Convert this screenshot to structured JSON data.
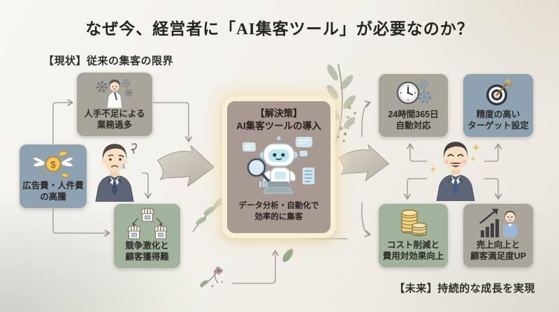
{
  "title": "なぜ今、経営者に「AI集客ツール」が必要なのか？",
  "palette": {
    "background": "#f2efe9",
    "box_tan": "#a9a59a",
    "box_blue": "#8ea2b1",
    "box_green": "#a1b29d",
    "solution_inner": "#a89a92",
    "solution_glow": "#f9eed6",
    "text_dark": "#2b2a27",
    "wire_gray": "#9a948a",
    "big_arrow_fill": "#cdc5b9"
  },
  "current": {
    "label": "【現状】従来の集客の限界",
    "overwork": {
      "line1": "人手不足による",
      "line2": "業務過多",
      "icon": "gears-worker-icon"
    },
    "costs": {
      "line1": "広告費・人件費",
      "line2": "の高騰",
      "icon": "winged-money-icon"
    },
    "competition": {
      "line1": "競争激化と",
      "line2": "顧客獲得難",
      "icon": "storefronts-icon"
    }
  },
  "solution": {
    "heading_line1": "【解決策】",
    "heading_line2": "AI集客ツールの導入",
    "caption_line1": "データ分析・自動化で",
    "caption_line2": "効率的に集客",
    "icon": "ai-robot-icon"
  },
  "future": {
    "label": "【未来】持続的な成長を実現",
    "support": {
      "line1": "24時間365日",
      "line2": "自動対応",
      "icon": "clock-gears-icon"
    },
    "targeting": {
      "line1": "精度の高い",
      "line2": "ターゲット設定",
      "icon": "dart-target-icon"
    },
    "cost_reduction": {
      "line1": "コスト削減と",
      "line2": "費用対効果向上",
      "icon": "coin-stacks-icon"
    },
    "sales_up": {
      "line1": "売上向上と",
      "line2": "顧客満足度UP",
      "icon": "growth-chart-icon"
    }
  },
  "figures": {
    "before": "worried-businessman",
    "after": "happy-businessman"
  }
}
